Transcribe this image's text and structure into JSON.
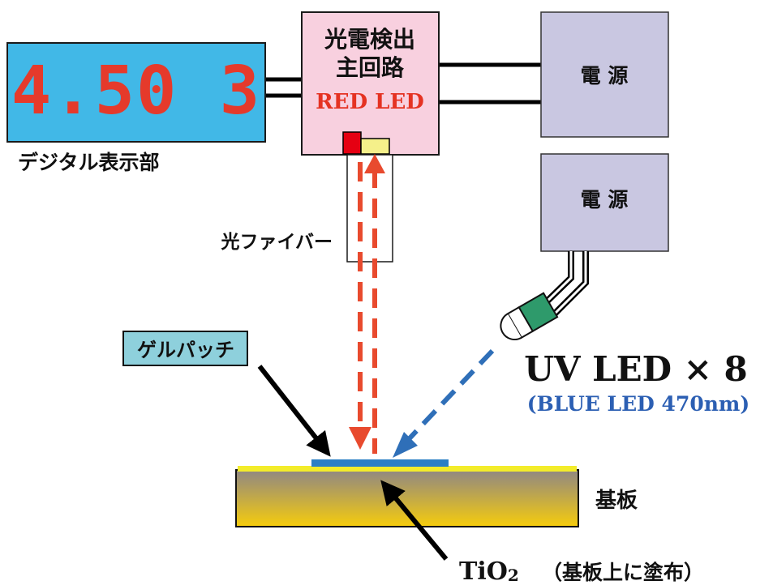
{
  "display": {
    "readout": "4.50 3",
    "label": "デジタル表示部",
    "panel_color": "#41b8e7",
    "digit_color": "#e53a2b"
  },
  "detector": {
    "title_line1": "光電検出",
    "title_line2": "主回路",
    "sub_label": "RED LED",
    "fill_color": "#f8d0df",
    "sub_label_color": "#e53222"
  },
  "power_supply_top": {
    "label": "電 源",
    "fill_color": "#c9c7e1"
  },
  "power_supply_bottom": {
    "label": "電 源",
    "fill_color": "#c9c7e1"
  },
  "fiber": {
    "label": "光ファイバー"
  },
  "gel_patch": {
    "label": "ゲルパッチ",
    "tag_color": "#8ed0dc",
    "patch_color": "#2b7fc4"
  },
  "uv_led": {
    "title": "UV LED × 8",
    "subtitle": "(BLUE LED 470nm)",
    "subtitle_color": "#2c5fb3",
    "body_color": "#2e9a6b"
  },
  "substrate": {
    "label": "基板",
    "coating_color": "#f3ec2a",
    "gradient_top": "#8f8784",
    "gradient_bottom": "#f6cc0c"
  },
  "coating": {
    "chem": "TiO",
    "sub": "2",
    "note": "（基板上に塗布）"
  },
  "beam_colors": {
    "red": "#e84a2e",
    "blue": "#2f6fb8"
  }
}
